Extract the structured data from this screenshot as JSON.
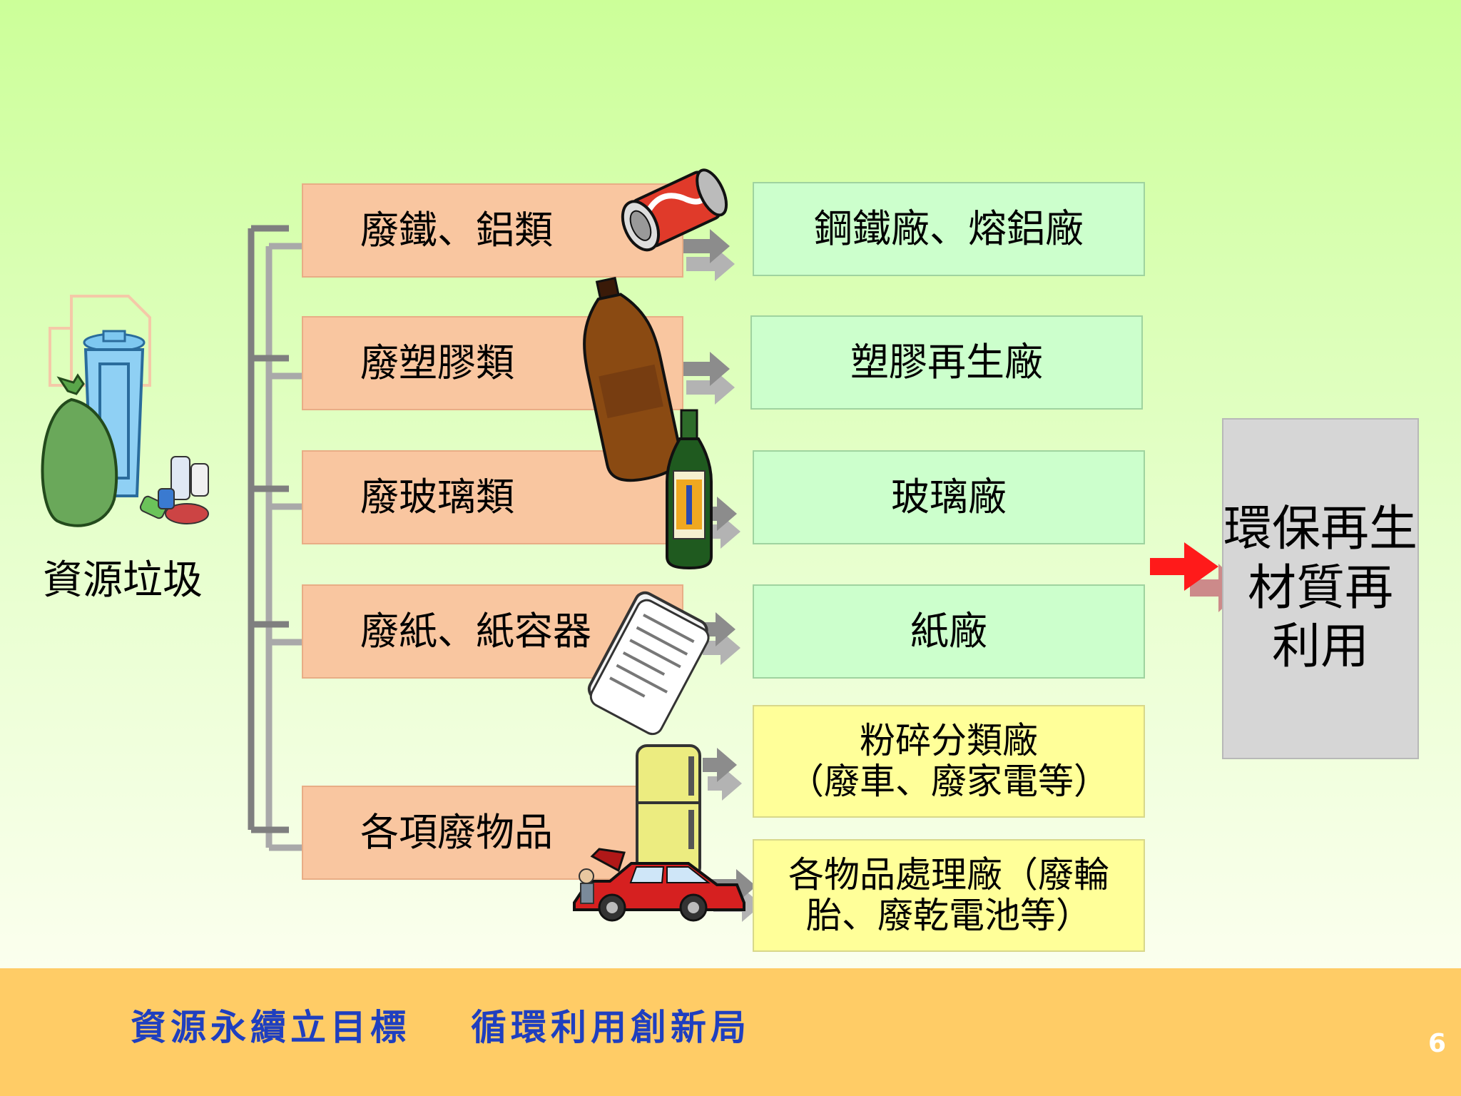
{
  "origin": {
    "label": "資源垃圾"
  },
  "categories": [
    {
      "label": "廢鐵、鋁類"
    },
    {
      "label": "廢塑膠類"
    },
    {
      "label": "廢玻璃類"
    },
    {
      "label": "廢紙、紙容器"
    },
    {
      "label": "各項廢物品"
    }
  ],
  "facilities": [
    {
      "label": "鋼鐵廠、熔鋁廠"
    },
    {
      "label": "塑膠再生廠"
    },
    {
      "label": "玻璃廠"
    },
    {
      "label": "紙廠"
    },
    {
      "line1": "粉碎分類廠",
      "line2": "（廢車、廢家電等）"
    },
    {
      "line1": "各物品處理廠（廢輪",
      "line2": "胎、廢乾電池等）"
    }
  ],
  "result": {
    "line1": "環保再生",
    "line2": "材質再",
    "line3": "利用"
  },
  "footer": {
    "slogan1": "資源永續立目標",
    "slogan2": "循環利用創新局",
    "page": "6"
  },
  "colors": {
    "category_fill": "#f9c6a0",
    "facility_fill": "#ccffcc",
    "facility_alt_fill": "#ffff99",
    "result_fill": "#d6d6d6",
    "footer_fill": "#ffcc66",
    "footer_text": "#1f3fbf",
    "accent_arrow": "#ff0000"
  },
  "icons": [
    "trash-can-icon",
    "garbage-bag-icon",
    "crushed-can-icon",
    "plastic-bottle-icon",
    "glass-bottle-icon",
    "newspaper-icon",
    "refrigerator-icon",
    "car-icon",
    "logo-mountain-icon"
  ]
}
